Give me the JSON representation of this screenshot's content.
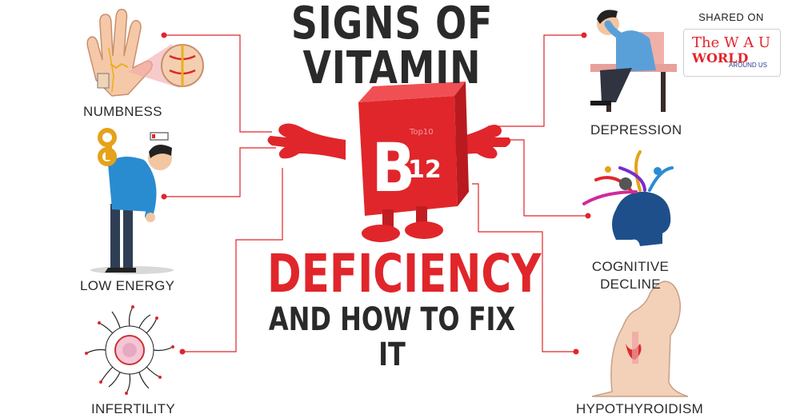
{
  "title": {
    "line1": "SIGNS OF",
    "line2": "VITAMIN",
    "line3": "DEFICIENCY",
    "line4": "AND HOW TO FIX IT"
  },
  "mascot": {
    "letter": "B",
    "number": "12",
    "small_logo": "Top10"
  },
  "labels": {
    "numbness": "NUMBNESS",
    "low_energy": "LOW ENERGY",
    "infertility": "INFERTILITY",
    "depression": "DEPRESSION",
    "cognitive_1": "COGNITIVE",
    "cognitive_2": "DECLINE",
    "hypothyroidism": "HYPOTHYROIDISM"
  },
  "badge": {
    "header": "SHARED ON",
    "line1": "The W A U",
    "line2": "WORLD",
    "line3": "AROUND US"
  },
  "colors": {
    "accent": "#e0262b",
    "text_dark": "#2a2a2a",
    "connector": "#e0262b"
  }
}
